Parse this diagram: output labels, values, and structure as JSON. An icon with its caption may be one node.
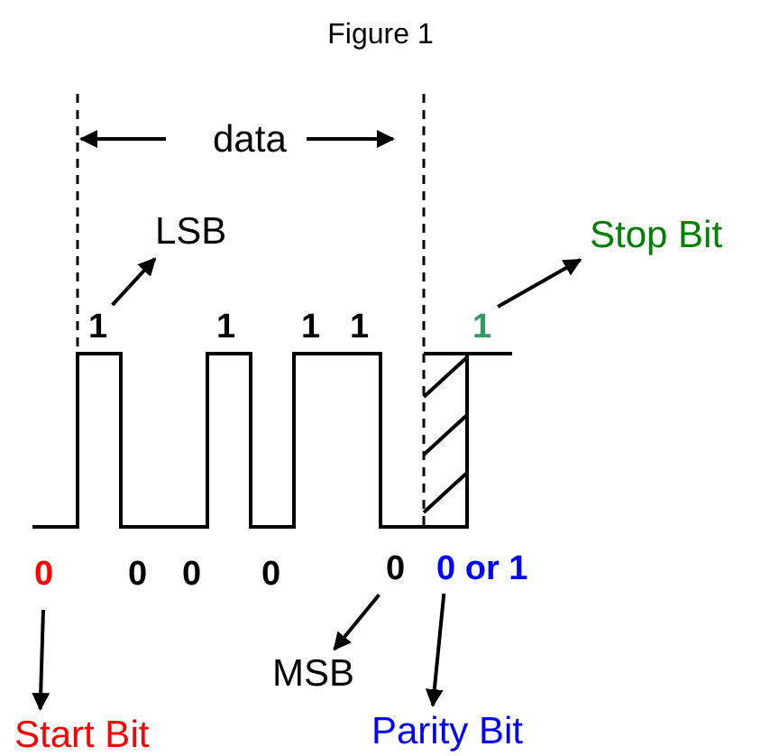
{
  "diagram": {
    "title": "Figure 1",
    "nodes": [
      {
        "text": [
          "1"
        ]
      },
      {
        "text": [
          "LSB"
        ]
      },
      {
        "text": [
          "1"
        ]
      },
      {
        "text": [
          "Stop Bit"
        ]
      },
      {
        "text": [
          "0"
        ]
      },
      {
        "text": [
          "Start Bit"
        ]
      },
      {
        "text": [
          "0"
        ]
      },
      {
        "text": [
          "MSB"
        ]
      },
      {
        "text": [
          "0 or 1"
        ]
      },
      {
        "text": [
          "Parity Bit"
        ]
      }
    ],
    "edges": [
      {
        "from": 0,
        "to": 1,
        "arrow": "to"
      },
      {
        "from": 2,
        "to": 3,
        "arrow": "to"
      },
      {
        "from": 4,
        "to": 5,
        "arrow": "to"
      },
      {
        "from": 6,
        "to": 7,
        "arrow": "to"
      },
      {
        "from": 8,
        "to": 9,
        "arrow": "to"
      }
    ],
    "labels": [
      "data",
      "1",
      "1",
      "1",
      "0",
      "0",
      "0"
    ]
  }
}
